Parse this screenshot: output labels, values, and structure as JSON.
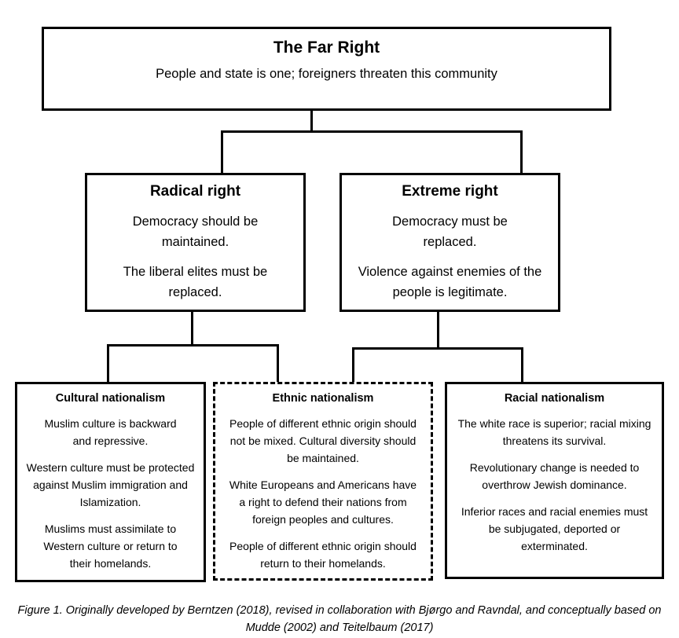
{
  "diagram": {
    "top": {
      "title": "The Far Right",
      "subtitle": "People and state is one; foreigners threaten this community"
    },
    "radical": {
      "title": "Radical right",
      "text1": "Democracy should be maintained.",
      "text2": "The liberal elites must be replaced."
    },
    "extreme": {
      "title": "Extreme right",
      "text1": "Democracy must be replaced.",
      "text2": "Violence against enemies of the people is legitimate."
    },
    "cultural": {
      "title": "Cultural nationalism",
      "paras": [
        "Muslim culture is backward and repressive.",
        "Western culture must be protected against Muslim immigration and Islamization.",
        "Muslims must assimilate to Western culture or return to their homelands."
      ]
    },
    "ethnic": {
      "title": "Ethnic nationalism",
      "paras": [
        "People of different ethnic origin should not be mixed. Cultural diversity should be maintained.",
        "White Europeans and Americans have a right to defend their nations from foreign peoples and cultures.",
        "People of different ethnic origin should return to their homelands."
      ]
    },
    "racial": {
      "title": "Racial nationalism",
      "paras": [
        "The white race is superior; racial mixing threatens its survival.",
        "Revolutionary change is needed to overthrow Jewish dominance.",
        "Inferior races and racial enemies must be subjugated, deported or exterminated."
      ]
    }
  },
  "caption": "Figure 1. Originally developed by Berntzen (2018), revised in collaboration with Bjørgo and Ravndal, and conceptually based on Mudde (2002) and Teitelbaum (2017)"
}
